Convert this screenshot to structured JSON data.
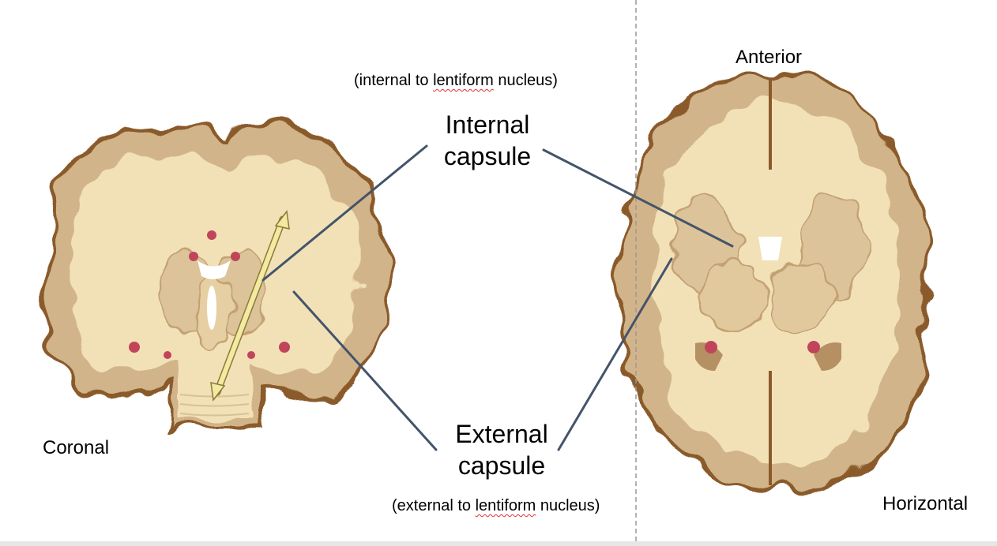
{
  "labels": {
    "internal_note_pre": "(internal to ",
    "internal_note_word": "lentiform",
    "internal_note_post": " nucleus)",
    "internal_line1": "Internal",
    "internal_line2": "capsule",
    "external_line1": "External",
    "external_line2": "capsule",
    "external_note_pre": "(external to ",
    "external_note_word": "lentiform",
    "external_note_post": " nucleus)",
    "coronal": "Coronal",
    "anterior": "Anterior",
    "horizontal": "Horizontal"
  },
  "colors": {
    "leader_line": "#44546a",
    "tissue_white": "#f2e1b6",
    "tissue_gray": "#d2b48a",
    "cortex_edge": "#8a5a2b",
    "vessel": "#c0455a",
    "arrow": "#f3e9a0",
    "divider": "#999999"
  }
}
